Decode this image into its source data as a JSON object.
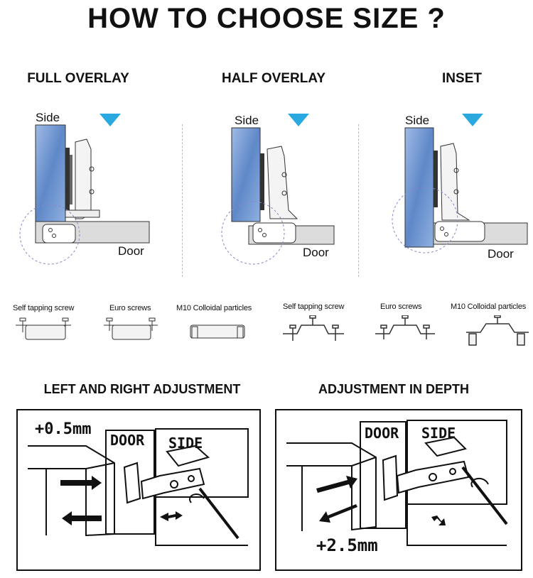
{
  "title": "HOW TO CHOOSE SIZE ?",
  "overlay_types": [
    {
      "label": "FULL OVERLAY",
      "side": "Side",
      "door": "Door"
    },
    {
      "label": "HALF OVERLAY",
      "side": "Side",
      "door": "Door"
    },
    {
      "label": "INSET",
      "side": "Side",
      "door": "Door"
    }
  ],
  "parts_left": [
    "Self tapping screw",
    "Euro screws",
    "M10 Colloidal particles"
  ],
  "parts_right": [
    "Self tapping screw",
    "Euro screws",
    "M10 Colloidal particles"
  ],
  "adjustments": [
    {
      "title": "LEFT AND RIGHT ADJUSTMENT",
      "value": "+0.5mm",
      "door": "DOOR",
      "side": "SIDE"
    },
    {
      "title": "ADJUSTMENT IN DEPTH",
      "value": "+2.5mm",
      "door": "DOOR",
      "side": "SIDE"
    }
  ],
  "colors": {
    "arrow": "#29a9e0",
    "panel": "#6e94cf",
    "door": "#dcdcdc",
    "circle": "#8a86c8"
  }
}
